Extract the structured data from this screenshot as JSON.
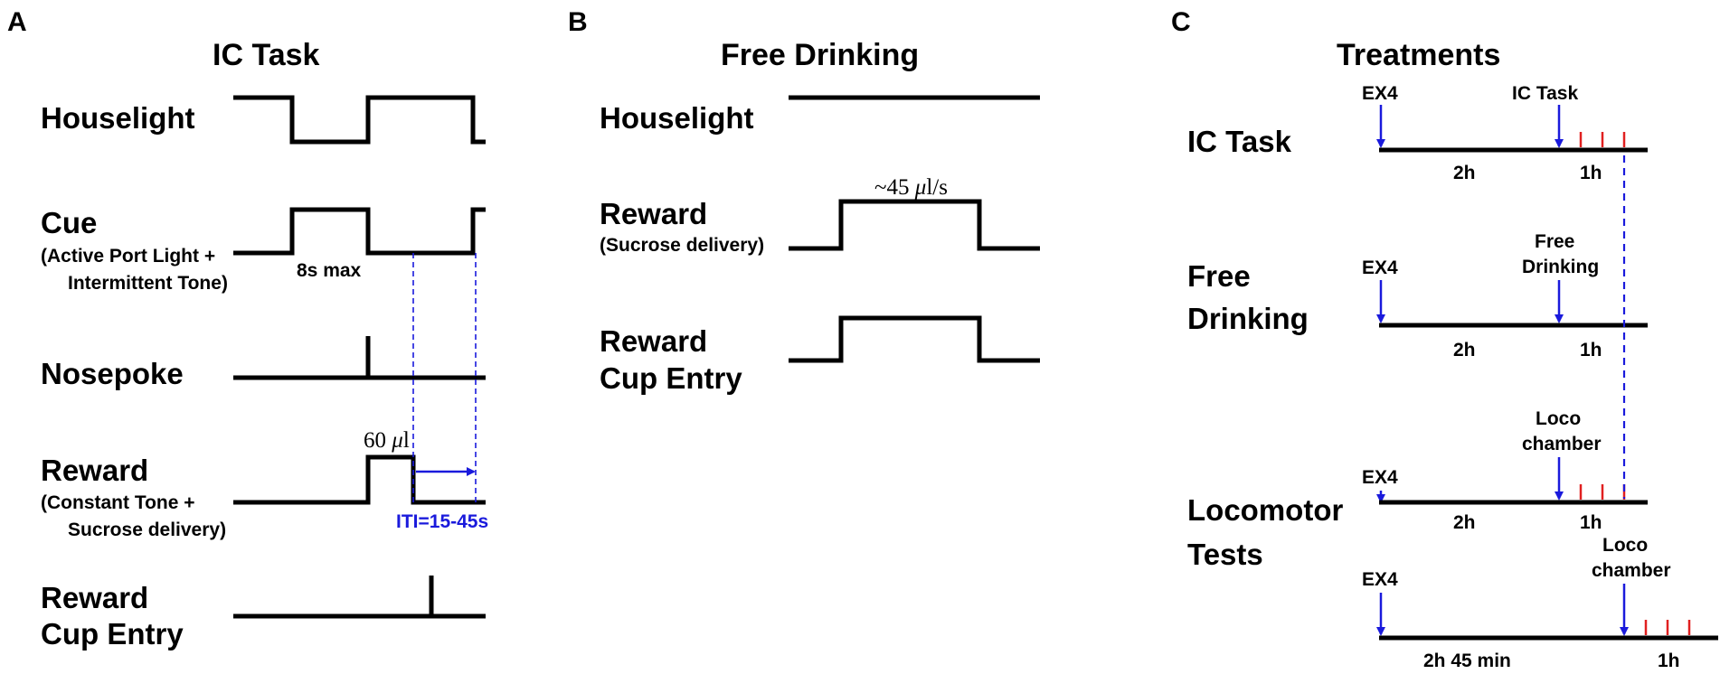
{
  "panel_a": {
    "letter": "A",
    "title": "IC Task",
    "rows": {
      "houselight": "Houselight",
      "cue": "Cue",
      "cue_sub_1": "(Active Port Light +",
      "cue_sub_2": "Intermittent Tone)",
      "nosepoke": "Nosepoke",
      "reward": "Reward",
      "reward_sub_1": "(Constant Tone +",
      "reward_sub_2": "Sucrose delivery)",
      "cup_1": "Reward",
      "cup_2": "Cup Entry"
    },
    "annotations": {
      "cue_max": "8s max",
      "volume_num": "60 ",
      "volume_mu": "μ",
      "volume_unit": "l",
      "iti": "ITI=15-45s"
    }
  },
  "panel_b": {
    "letter": "B",
    "title": "Free Drinking",
    "rows": {
      "houselight": "Houselight",
      "reward": "Reward",
      "reward_sub": "(Sucrose delivery)",
      "cup_1": "Reward",
      "cup_2": "Cup Entry"
    },
    "annotations": {
      "rate_pre": "~45 ",
      "rate_mu": "μ",
      "rate_unit": "l/s"
    }
  },
  "panel_c": {
    "letter": "C",
    "title": "Treatments",
    "rows": {
      "ic_task": "IC Task",
      "free_1": "Free",
      "free_2": "Drinking",
      "loco_1": "Locomotor",
      "loco_2": "Tests"
    },
    "labels": {
      "ex4": "EX4",
      "ic_task_event": "IC Task",
      "free_event_1": "Free",
      "free_event_2": "Drinking",
      "loco_event_1": "Loco",
      "loco_event_2": "chamber",
      "dur_2h": "2h",
      "dur_1h": "1h",
      "dur_2h45": "2h 45 min"
    }
  },
  "colors": {
    "signal": "#000000",
    "annotation_blue": "#1a1adc",
    "tick_red": "#e02020"
  }
}
